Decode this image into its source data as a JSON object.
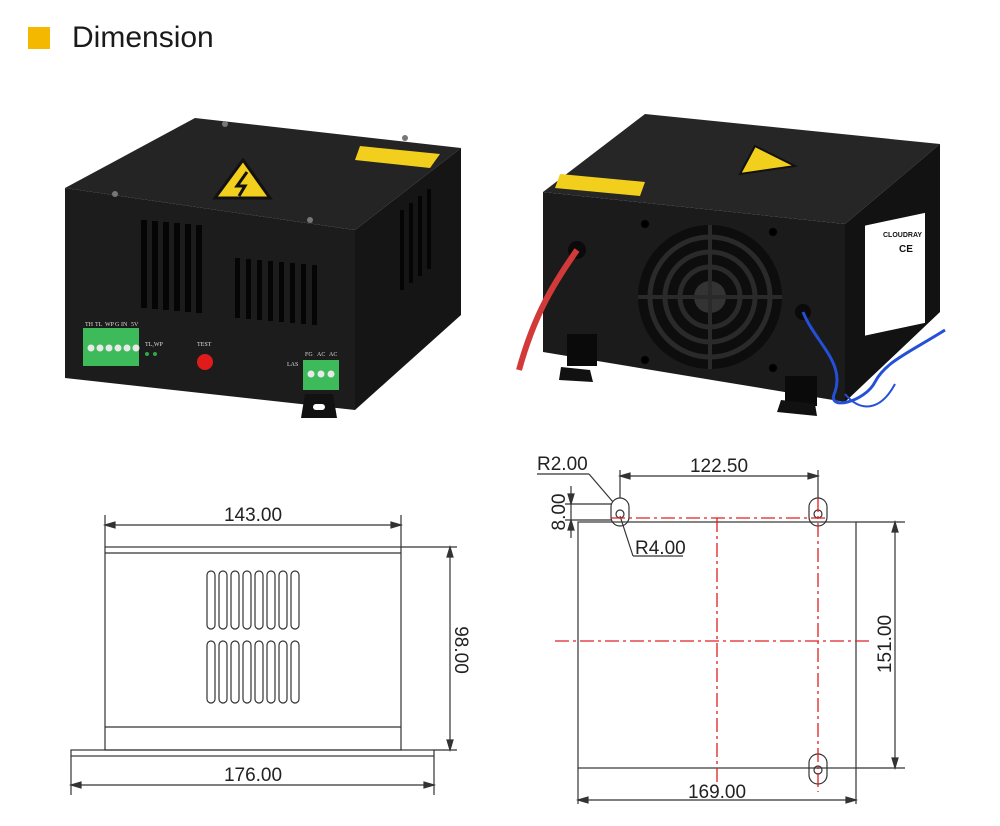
{
  "header": {
    "title": "Dimension",
    "accent_color": "#f5b800"
  },
  "photo_front": {
    "terminal_left_labels": [
      "TH",
      "TL",
      "WP",
      "G",
      "IN",
      "5V"
    ],
    "tlwp_label": "TL,WP",
    "test_label": "TEST",
    "laser_label": "LAS",
    "terminal_right_labels": [
      "FG",
      "AC",
      "AC"
    ]
  },
  "photo_back": {
    "brand_label": "CLOUDRAY",
    "ce_mark": "CE"
  },
  "front_drawing": {
    "width_top": "143.00",
    "height": "98.00",
    "width_base": "176.00"
  },
  "side_drawing": {
    "slot_radius": "R2.00",
    "hole_spacing": "122.50",
    "slot_offset": "8.00",
    "slot_end_radius": "R4.00",
    "height": "151.00",
    "width": "169.00"
  },
  "colors": {
    "case_black": "#1b1b1b",
    "warning_yellow": "#f2cf1c",
    "terminal_green": "#3dbb5a",
    "centerline_red": "#e02020",
    "wire_red": "#d23a3a",
    "wire_blue": "#2450d8"
  }
}
